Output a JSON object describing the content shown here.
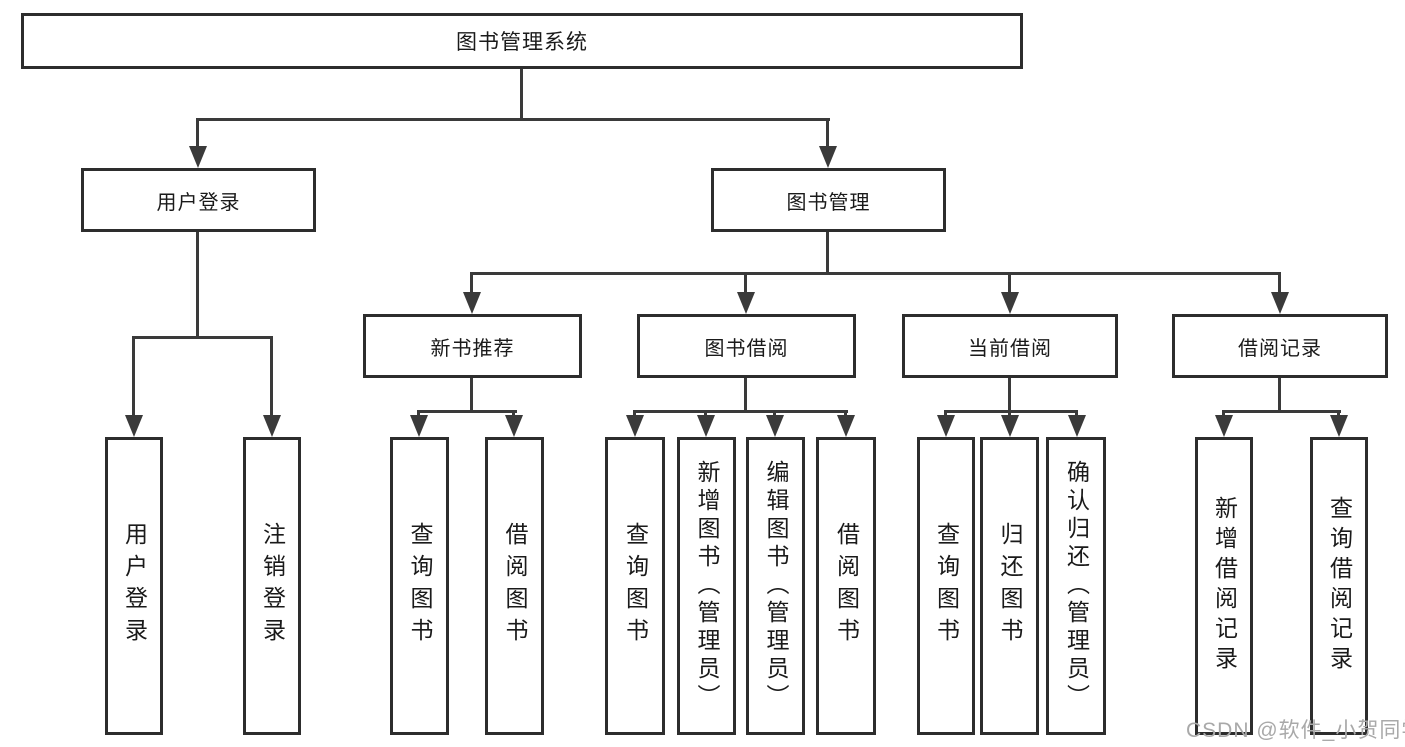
{
  "diagram": {
    "root": {
      "label": "图书管理系统"
    },
    "level2": [
      {
        "label": "用户登录",
        "children": [
          {
            "label": "用户登录"
          },
          {
            "label": "注销登录"
          }
        ]
      },
      {
        "label": "图书管理",
        "children": [
          {
            "label": "新书推荐",
            "children": [
              {
                "label": "查询图书"
              },
              {
                "label": "借阅图书"
              }
            ]
          },
          {
            "label": "图书借阅",
            "children": [
              {
                "label": "查询图书"
              },
              {
                "label": "新增图书（管理员）"
              },
              {
                "label": "编辑图书（管理员）"
              },
              {
                "label": "借阅图书"
              }
            ]
          },
          {
            "label": "当前借阅",
            "children": [
              {
                "label": "查询图书"
              },
              {
                "label": "归还图书"
              },
              {
                "label": "确认归还（管理员）"
              }
            ]
          },
          {
            "label": "借阅记录",
            "children": [
              {
                "label": "新增借阅记录"
              },
              {
                "label": "查询借阅记录"
              }
            ]
          }
        ]
      }
    ]
  },
  "watermark": {
    "text": "CSDN @软件_小贺同学"
  },
  "colors": {
    "background": "#ffffff",
    "box_border": "#2d2d2d",
    "box_fill": "#ffffff",
    "line": "#3a3a3a",
    "text": "#1a1a1a",
    "watermark": "#a9a9a9"
  }
}
